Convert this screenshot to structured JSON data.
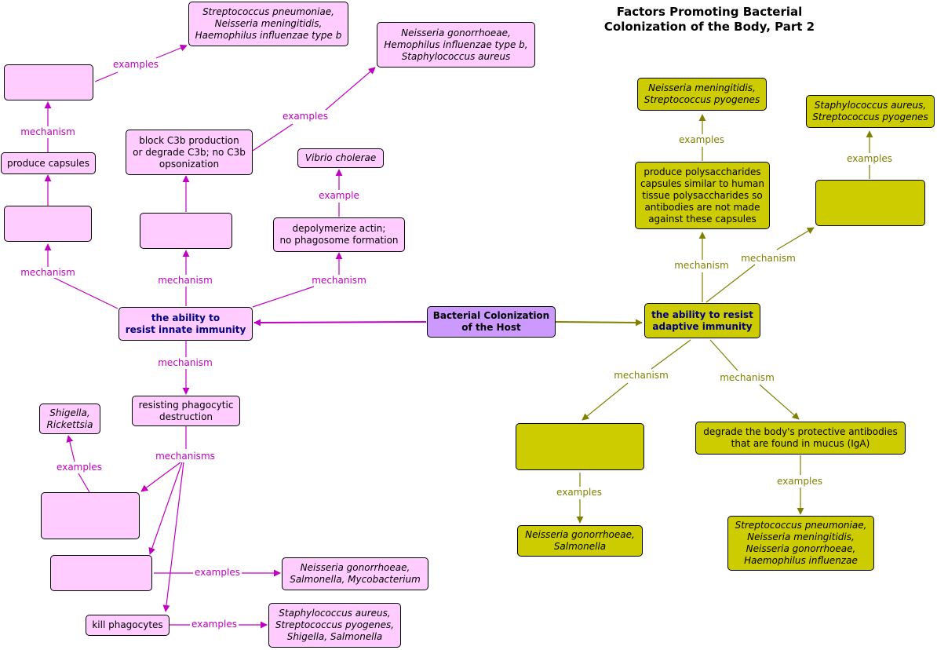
{
  "title": "Factors Promoting Bacterial\nColonization of the Body, Part 2",
  "colors": {
    "magenta": "#c000c0",
    "olive": "#808000",
    "pink_fill": "#ffccff",
    "olive_fill": "#cccc00",
    "purple_fill": "#cc99ff"
  },
  "nodes": {
    "host": "Bacterial Colonization\nof the Host",
    "innate": "the ability to\nresist innate immunity",
    "adaptive": "the ability to resist\nadaptive immunity",
    "produce_capsules": "produce capsules",
    "capsule_examples": "Streptococcus pneumoniae,\nNeisseria meningitidis,\nHaemophilus influenzae type b",
    "block_c3b": "block C3b production\nor degrade C3b; no C3b\nopsonization",
    "c3b_examples": "Neisseria gonorrhoeae,\nHemophilus influenzae type b,\nStaphylococcus aureus",
    "depolymerize": "depolymerize actin;\nno phagosome formation",
    "vibrio": "Vibrio cholerae",
    "resisting_phago": "resisting phagocytic\ndestruction",
    "shigella_rick": "Shigella,\nRickettsia",
    "neisseria_salm_myco": "Neisseria gonorrhoeae,\nSalmonella, Mycobacterium",
    "kill_phagocytes": "kill phagocytes",
    "kill_examples": "Staphylococcus aureus,\nStreptococcus pyogenes,\nShigella, Salmonella",
    "mening_pyog": "Neisseria meningitidis,\nStreptococcus pyogenes",
    "staph_pyog": "Staphylococcus aureus,\nStreptococcus pyogenes",
    "polysaccharides": "produce polysaccharides\ncapsules similar to human\ntissue polysaccharides so\nantibodies are not made\nagainst these capsules",
    "degrade_antibodies": "degrade the body's protective antibodies\nthat are found in mucus (IgA)",
    "gon_salm": "Neisseria gonorrhoeae,\nSalmonella",
    "degrade_examples": "Streptococcus pneumoniae,\nNeisseria meningitidis,\nNeisseria gonorrhoeae,\nHaemophilus influenzae",
    "blank_top": "",
    "blank_mid": "",
    "blank_c3b_source": "",
    "blank_shigella_source": "",
    "blank_neisseria_source": "",
    "blank_adaptive_right": "",
    "blank_adaptive_left": ""
  },
  "link_labels": {
    "examples": "examples",
    "example": "example",
    "mechanism": "mechanism",
    "mechanisms": "mechanisms"
  }
}
